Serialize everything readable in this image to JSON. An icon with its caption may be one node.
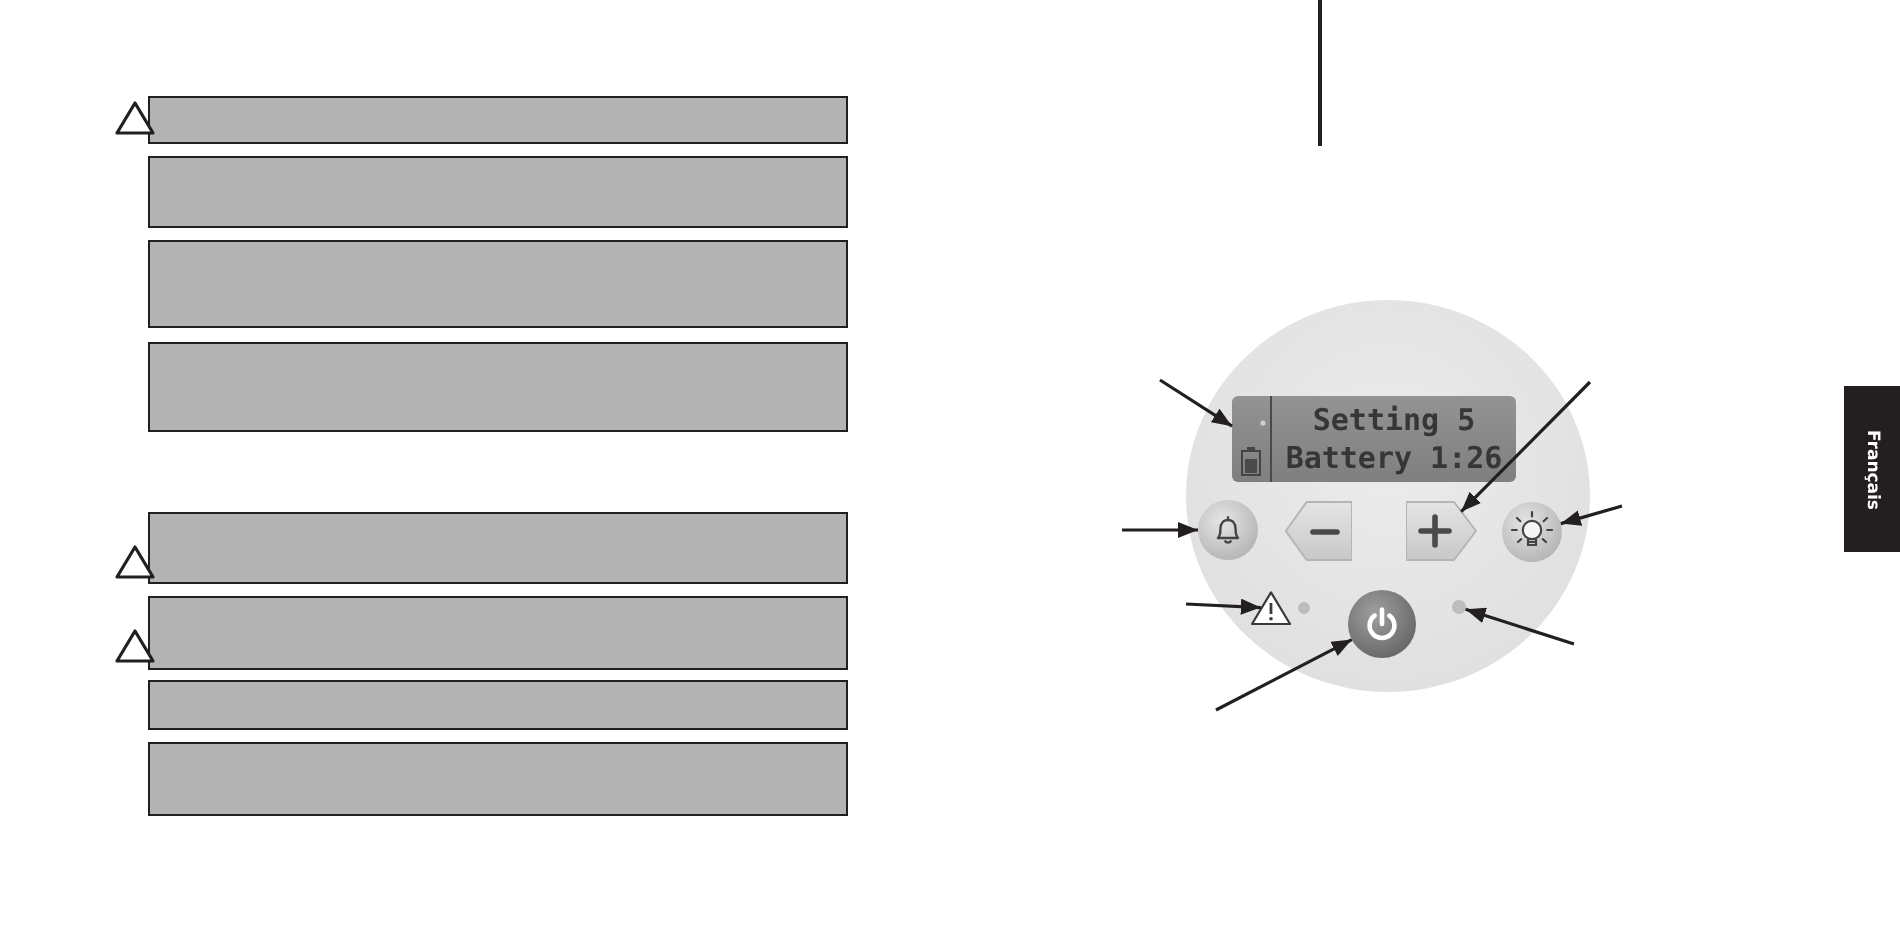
{
  "diagram": {
    "nodes": [
      {
        "text": [],
        "shape": "box"
      },
      {
        "text": [],
        "shape": "box"
      },
      {
        "text": [],
        "shape": "box"
      },
      {
        "text": [],
        "shape": "box"
      },
      {
        "text": [],
        "shape": "box"
      },
      {
        "text": [],
        "shape": "box"
      },
      {
        "text": [],
        "shape": "box"
      },
      {
        "text": [],
        "shape": "box"
      },
      {
        "text": [],
        "shape": "circle"
      },
      {
        "text": [
          "Setting 5",
          "Battery 1:26"
        ],
        "in": 8
      },
      {
        "text": [],
        "shape": "box",
        "in": 9
      },
      {
        "text": [],
        "shape": "circle",
        "in": 8
      },
      {
        "text": [],
        "shape": "pentagon",
        "in": 8
      },
      {
        "text": [],
        "shape": "pentagon",
        "in": 8
      },
      {
        "text": [],
        "shape": "circle",
        "in": 8
      },
      {
        "text": [],
        "shape": "triangle",
        "in": 8
      },
      {
        "text": [],
        "shape": "circle",
        "in": 8
      },
      {
        "text": [],
        "shape": "circle",
        "in": 8
      },
      {
        "text": [],
        "shape": "circle",
        "in": 8
      },
      {
        "text": [
          "Français"
        ]
      }
    ],
    "edges": [
      {
        "from": null,
        "to": 10,
        "arrow": "to"
      },
      {
        "from": null,
        "to": 11,
        "arrow": "to"
      },
      {
        "from": null,
        "to": 13,
        "arrow": "to"
      },
      {
        "from": null,
        "to": 14,
        "arrow": "to"
      },
      {
        "from": null,
        "to": 15,
        "arrow": "to"
      },
      {
        "from": null,
        "to": 17,
        "arrow": "to"
      },
      {
        "from": null,
        "to": 18,
        "arrow": "to"
      }
    ]
  }
}
